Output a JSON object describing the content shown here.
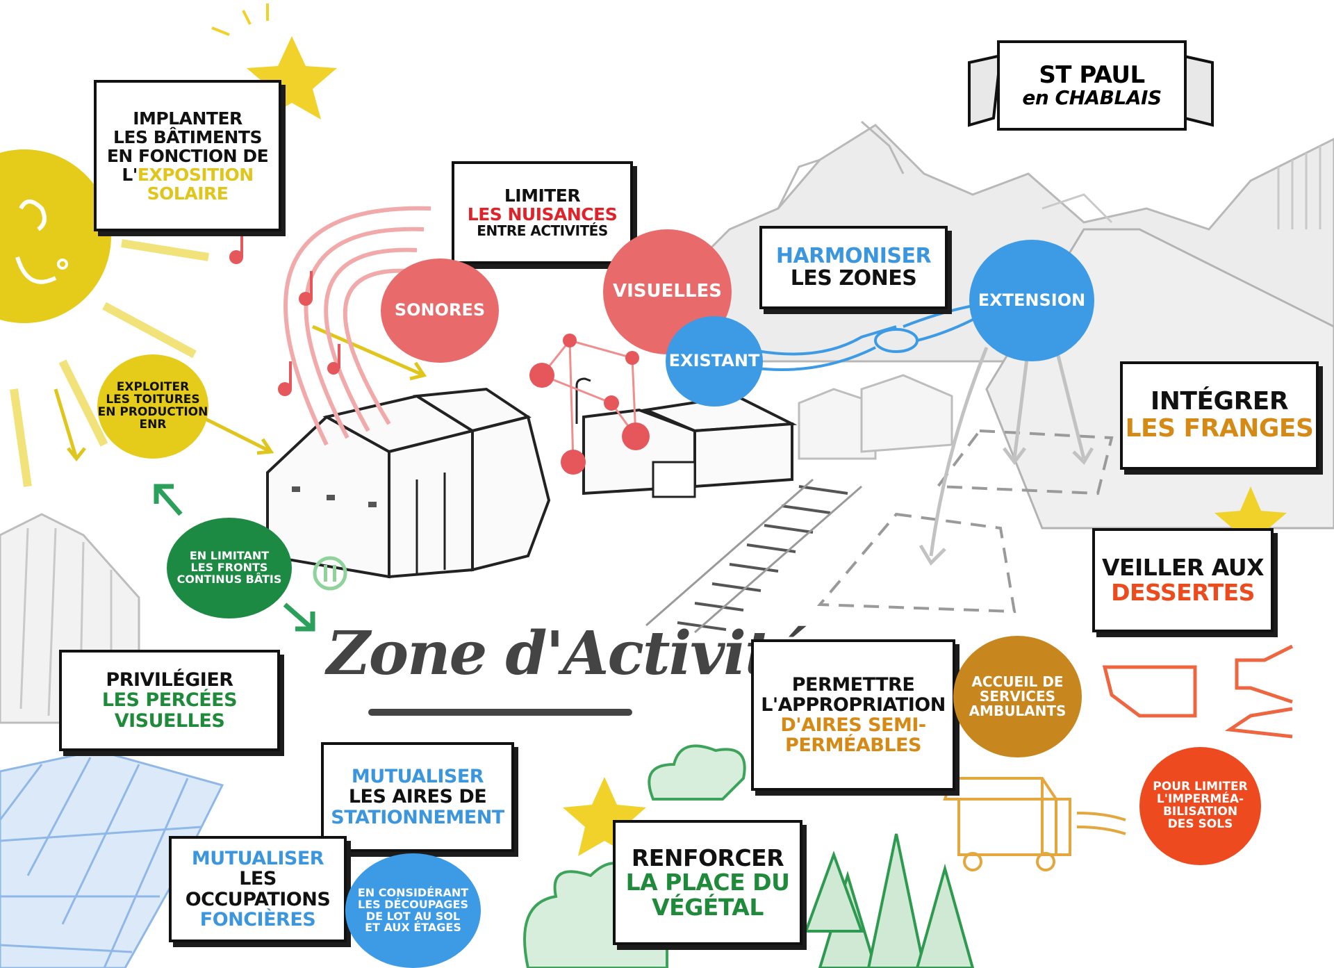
{
  "colors": {
    "yellow": "#e8cf1e",
    "red": "#e86a6a",
    "blue": "#3d9be6",
    "green": "#1d8a44",
    "orange_brown": "#c8861e",
    "orange_red": "#ee4a1f",
    "grey": "#bdbdbd"
  },
  "banner": {
    "line1": "St PAUL",
    "line2": "en CHABLAIS"
  },
  "title": "Zone d'Activités",
  "cards": {
    "solaire": {
      "l1": "IMPLANTER",
      "l2": "les BÂTIMENTS",
      "l3": "EN FONCTION de",
      "l4": "l'",
      "l4b": "EXPOSITION",
      "l5": "SOLAIRE"
    },
    "nuisances": {
      "l1": "LIMITER",
      "l2": "les NUISANCES",
      "l3": "ENTRE ACTIVITÉS"
    },
    "harmoniser": {
      "l1": "HARMONISER",
      "l2": "les ZONES"
    },
    "franges": {
      "l1": "INTÉGRER",
      "l2": "les FRANGES"
    },
    "dessertes": {
      "l1": "VEILLER aux",
      "l2": "DESSERTES"
    },
    "appropriation": {
      "l1": "PERMETTRE",
      "l2": "L'APPROPRIATION",
      "l3": "d'AIRES SEMI-",
      "l4": "PERMÉABLES"
    },
    "vegetal": {
      "l1": "RENFORCER",
      "l2": "la PLACE du",
      "l3": "VÉGÉTAL"
    },
    "percees": {
      "l1": "PRIVILÉGIER",
      "l2": "les PERCÉES VISUELLES"
    },
    "stationnement": {
      "l1": "MUTUALISER",
      "l2": "les AIRES de",
      "l3": "STATIONNEMENT"
    },
    "foncieres": {
      "l1": "MUTUALISER",
      "l2": "les OCCUPATIONS",
      "l3": "FONCIÈRES"
    }
  },
  "circles": {
    "sonores": "SONORES",
    "visuelles": "VISUELLES",
    "existant": "EXISTANT",
    "extension": "EXTENSION",
    "toitures": {
      "l1": "EXPLOITER",
      "l2": "les TOITURES",
      "l3": "en PRODUCTION",
      "l4": "ENR"
    },
    "fronts": {
      "l1": "EN LIMITANT",
      "l2": "les FRONTS",
      "l3": "CONTINUS BÂTIS"
    },
    "ambulants": {
      "l1": "ACCUEIL de",
      "l2": "SERVICES",
      "l3": "AMBULANTS"
    },
    "sols": {
      "l1": "POUR LIMITER",
      "l2": "L'IMPERMÉA-",
      "l3": "BILISATION",
      "l4": "des SOLS"
    },
    "decoupages": {
      "l1": "en CONSIDÉRANT",
      "l2": "les DÉCOUPAGES",
      "l3": "de LOT au SOL",
      "l4": "et aux ÉTAGES"
    }
  },
  "icons": [
    "sun-icon",
    "star-icon",
    "music-note-icon",
    "eye-icon",
    "pause-icon",
    "handshake-icon",
    "food-truck-icon",
    "tree-icon",
    "mountain-icon",
    "building-icon",
    "parking-grid-icon",
    "arrow-icon"
  ]
}
